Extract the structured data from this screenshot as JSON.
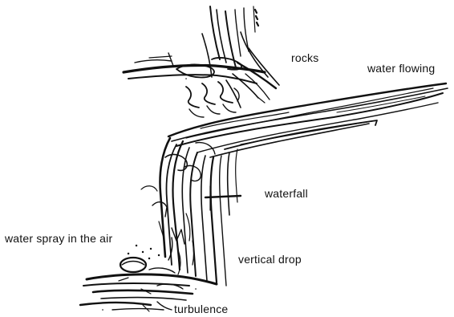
{
  "labels": {
    "rocks": "rocks",
    "water_flowing": "water flowing",
    "waterfall": "waterfall",
    "water_spray": "water spray in the air",
    "vertical_drop": "vertical drop",
    "turbulence": "turbulence"
  },
  "colors": {
    "ink": "#111111",
    "background": "#ffffff"
  }
}
